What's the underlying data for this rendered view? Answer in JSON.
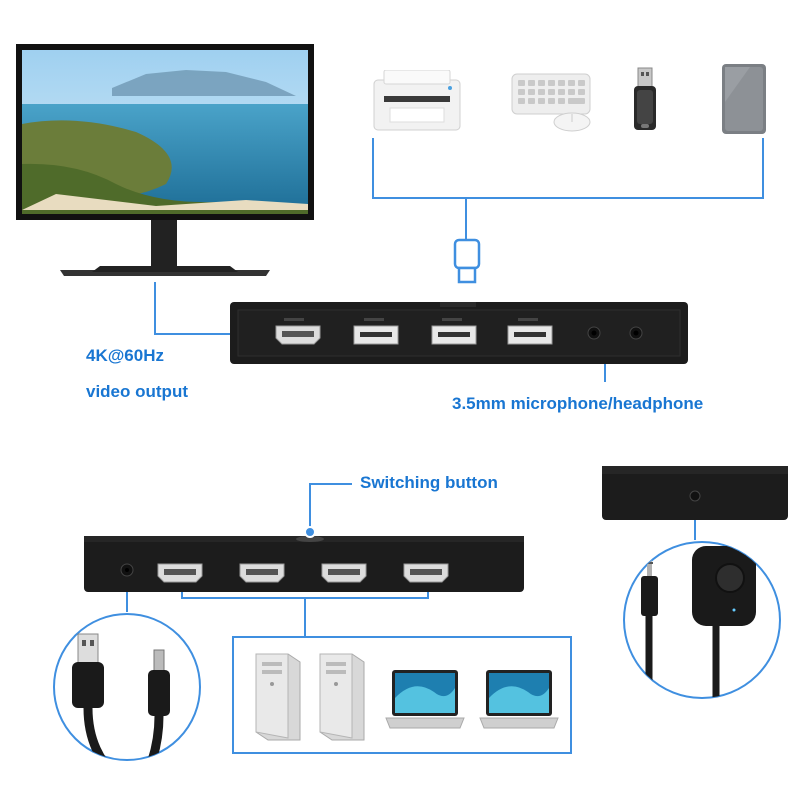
{
  "labels": {
    "video_resolution": "4K@60Hz",
    "video_output": "video output",
    "audio": "3.5mm microphone/headphone",
    "switching": "Switching button"
  },
  "icons": {
    "monitor": "monitor-icon",
    "printer": "printer-icon",
    "keyboard_mouse": "keyboard-mouse-icon",
    "usb_drive": "usb-drive-icon",
    "hard_drive": "hard-drive-icon",
    "usb_plug": "usb-plug-icon",
    "remote_button": "remote-switch-icon",
    "computers": [
      "desktop-pc-icon",
      "desktop-pc-icon",
      "laptop-icon",
      "laptop-icon"
    ]
  },
  "colors": {
    "accent": "#1976d2",
    "device": "#1c1c1c"
  }
}
